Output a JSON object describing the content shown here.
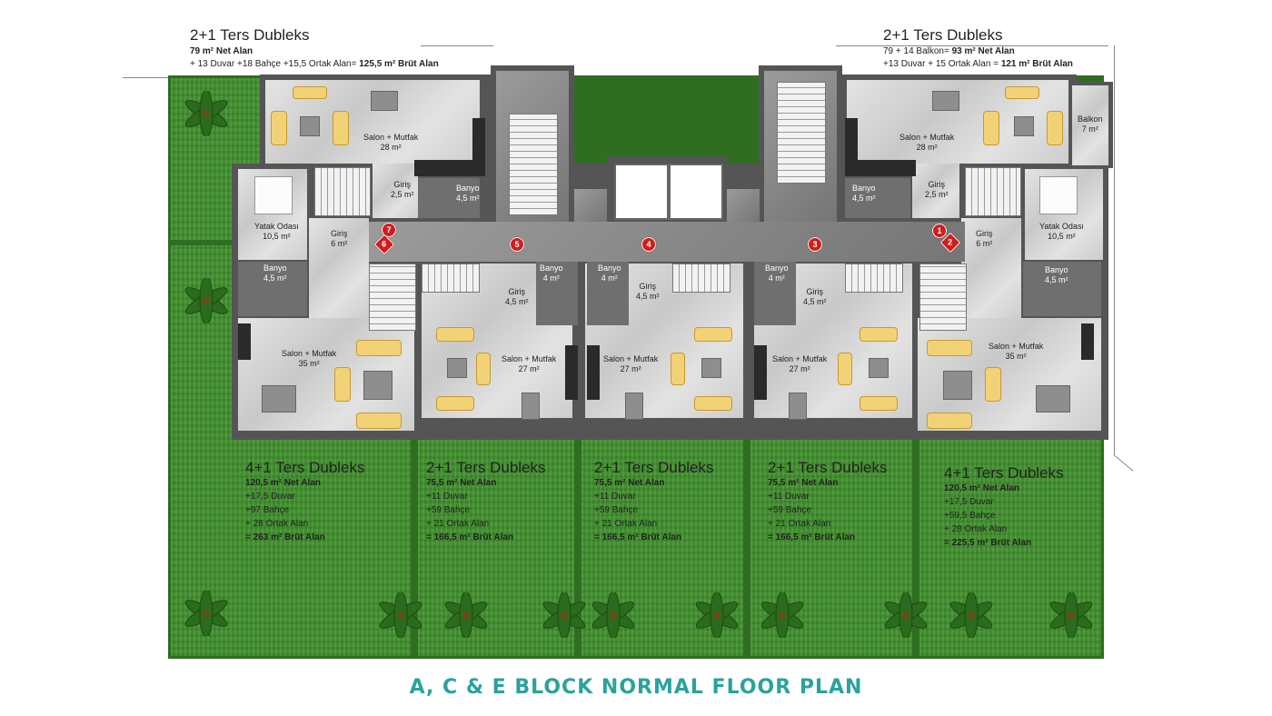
{
  "top_units": {
    "left": {
      "title": "2+1 Ters Dubleks",
      "line1": "79 m² Net Alan",
      "line2_prefix": "+ 13 Duvar +18 Bahçe +15,5 Ortak Alan= ",
      "line2_bold": "125,5 m² Brüt Alan"
    },
    "right": {
      "title": "2+1 Ters Dubleks",
      "line1_prefix": "79 + 14 Balkon= ",
      "line1_bold": "93 m² Net Alan",
      "line2_prefix": "+13 Duvar + 15 Ortak Alan = ",
      "line2_bold": "121 m² Brüt Alan"
    }
  },
  "rooms": {
    "tl_salon": "Salon + Mutfak",
    "tl_salon_area": "28 m²",
    "tl_giris": "Giriş",
    "tl_giris_area": "2,5 m²",
    "tl_banyo": "Banyo",
    "tl_banyo_area": "4,5 m²",
    "l_yatak": "Yatak Odası",
    "l_yatak_area": "10,5 m²",
    "l_giris": "Giriş",
    "l_giris_area": "6 m²",
    "l_banyo": "Banyo",
    "l_banyo_area": "4,5 m²",
    "l_salon": "Salon + Mutfak",
    "l_salon_area": "35 m²",
    "u2_giris": "Giriş",
    "u2_giris_area": "4,5 m²",
    "u2_banyo": "Banyo",
    "u2_banyo_area": "4 m²",
    "u2_salon": "Salon + Mutfak",
    "u2_salon_area": "27 m²",
    "u3_banyo": "Banyo",
    "u3_banyo_area": "4 m²",
    "u3_giris": "Giriş",
    "u3_giris_area": "4,5 m²",
    "u3_salon": "Salon + Mutfak",
    "u3_salon_area": "27 m²",
    "u4_banyo": "Banyo",
    "u4_banyo_area": "4 m²",
    "u4_giris": "Giriş",
    "u4_giris_area": "4,5 m²",
    "u4_salon": "Salon + Mutfak",
    "u4_salon_area": "27 m²",
    "tr_salon": "Salon + Mutfak",
    "tr_salon_area": "28 m²",
    "tr_balkon": "Balkon",
    "tr_balkon_area": "7 m²",
    "tr_banyo": "Banyo",
    "tr_banyo_area": "4,5 m²",
    "tr_giris": "Giriş",
    "tr_giris_area": "2,5 m²",
    "r_yatak": "Yatak Odası",
    "r_yatak_area": "10,5 m²",
    "r_giris": "Giriş",
    "r_giris_area": "6 m²",
    "r_banyo": "Banyo",
    "r_banyo_area": "4,5 m²",
    "r_salon": "Salon + Mutfak",
    "r_salon_area": "35 m²"
  },
  "markers": [
    "1",
    "2",
    "3",
    "4",
    "5",
    "6",
    "7"
  ],
  "bottom_units": [
    {
      "title": "4+1 Ters Dubleks",
      "l1": "120,5 m² Net Alan",
      "l2": "+17,5 Duvar",
      "l3": "+97 Bahçe",
      "l4": "+ 28 Ortak Alan",
      "l5": "= 263 m² Brüt Alan"
    },
    {
      "title": "2+1 Ters Dubleks",
      "l1": "75,5 m² Net Alan",
      "l2": "+11 Duvar",
      "l3": "+59 Bahçe",
      "l4": "+ 21 Ortak Alan",
      "l5": "= 166,5 m² Brüt Alan"
    },
    {
      "title": "2+1 Ters Dubleks",
      "l1": "75,5 m² Net Alan",
      "l2": "+11 Duvar",
      "l3": "+59 Bahçe",
      "l4": "+ 21 Ortak Alan",
      "l5": "= 166,5 m² Brüt Alan"
    },
    {
      "title": "2+1 Ters Dubleks",
      "l1": "75,5 m² Net Alan",
      "l2": "+11 Duvar",
      "l3": "+59 Bahçe",
      "l4": "+ 21 Ortak Alan",
      "l5": "= 166,5 m² Brüt Alan"
    },
    {
      "title": "4+1 Ters Dubleks",
      "l1": "120,5 m² Net Alan",
      "l2": "+17,5 Duvar",
      "l3": "+59,5 Bahçe",
      "l4": "+ 28 Ortak Alan",
      "l5": "= 225,5 m² Brüt Alan"
    }
  ],
  "caption": "A, C & E BLOCK NORMAL FLOOR PLAN",
  "colors": {
    "grass": "#3f8f2c",
    "marker": "#d01e1e",
    "caption": "#2aa39a",
    "sofa": "#f2d277"
  }
}
